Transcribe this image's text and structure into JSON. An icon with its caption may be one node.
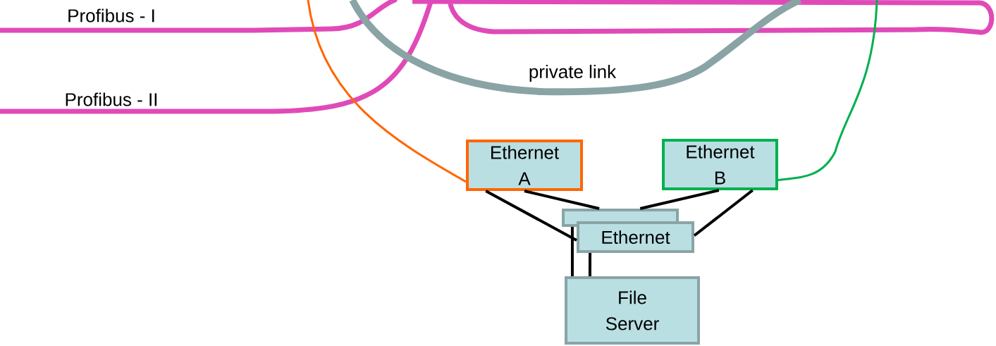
{
  "diagram": {
    "nodes": [
      {
        "text": [
          "Ethernet A"
        ]
      },
      {
        "text": [
          "Ethernet B"
        ]
      },
      {
        "text": [],
        "shape": "box"
      },
      {
        "text": [
          "Ethernet"
        ]
      },
      {
        "text": [
          "File Server"
        ]
      }
    ],
    "edges": [
      {
        "from": null,
        "to": 0,
        "arrow": "none",
        "color": "#ff6600"
      },
      {
        "from": null,
        "to": 1,
        "arrow": "none",
        "color": "#00b050"
      },
      {
        "from": 0,
        "to": 3,
        "arrow": "none"
      },
      {
        "from": 0,
        "to": 2,
        "arrow": "none"
      },
      {
        "from": 1,
        "to": 2,
        "arrow": "none"
      },
      {
        "from": 1,
        "to": 3,
        "arrow": "none"
      },
      {
        "from": 2,
        "to": 4,
        "arrow": "none"
      },
      {
        "from": 3,
        "to": 4,
        "arrow": "none"
      }
    ],
    "labels": [
      "Profibus - I",
      "Profibus - II",
      "private link"
    ]
  }
}
